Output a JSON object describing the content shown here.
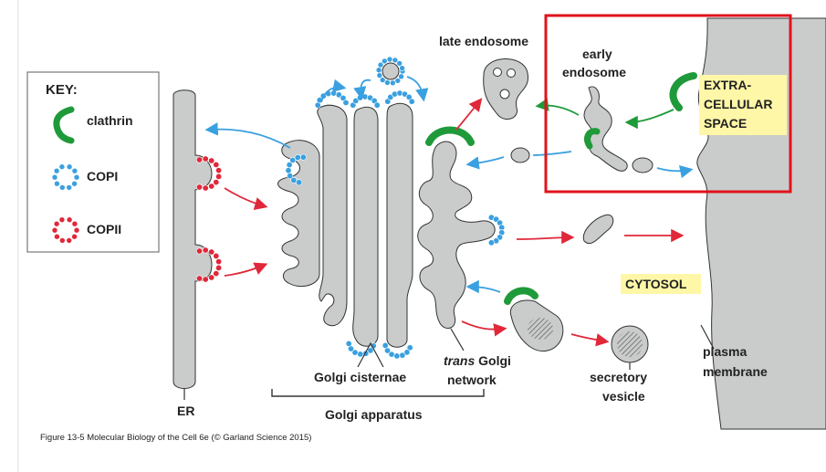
{
  "key": {
    "title": "KEY:",
    "items": [
      {
        "label": "clathrin",
        "color": "#1f9a3a"
      },
      {
        "label": "COPI",
        "color": "#3aa0e0"
      },
      {
        "label": "COPII",
        "color": "#e0283a"
      }
    ]
  },
  "labels": {
    "late_endosome": "late endosome",
    "early_endosome_line1": "early",
    "early_endosome_line2": "endosome",
    "extracellular_line1": "EXTRA-",
    "extracellular_line2": "CELLULAR",
    "extracellular_line3": "SPACE",
    "cytosol": "CYTOSOL",
    "plasma_membrane_line1": "plasma",
    "plasma_membrane_line2": "membrane",
    "secretory_vesicle_line1": "secretory",
    "secretory_vesicle_line2": "vesicle",
    "trans_golgi_line1_italic": "trans",
    "trans_golgi_line1_rest": " Golgi",
    "trans_golgi_line2": "network",
    "golgi_cisternae": "Golgi cisternae",
    "golgi_apparatus": "Golgi apparatus",
    "er": "ER"
  },
  "caption": "Figure 13-5  Molecular Biology of the Cell 6e (© Garland Science 2015)",
  "colors": {
    "membrane": "#c9cccb",
    "outline": "#333333",
    "clathrin": "#1f9a3a",
    "copi": "#3aa0e0",
    "copii": "#e0283a",
    "highlight_box": "#e0131b",
    "label_bg": "#fff7a8"
  }
}
